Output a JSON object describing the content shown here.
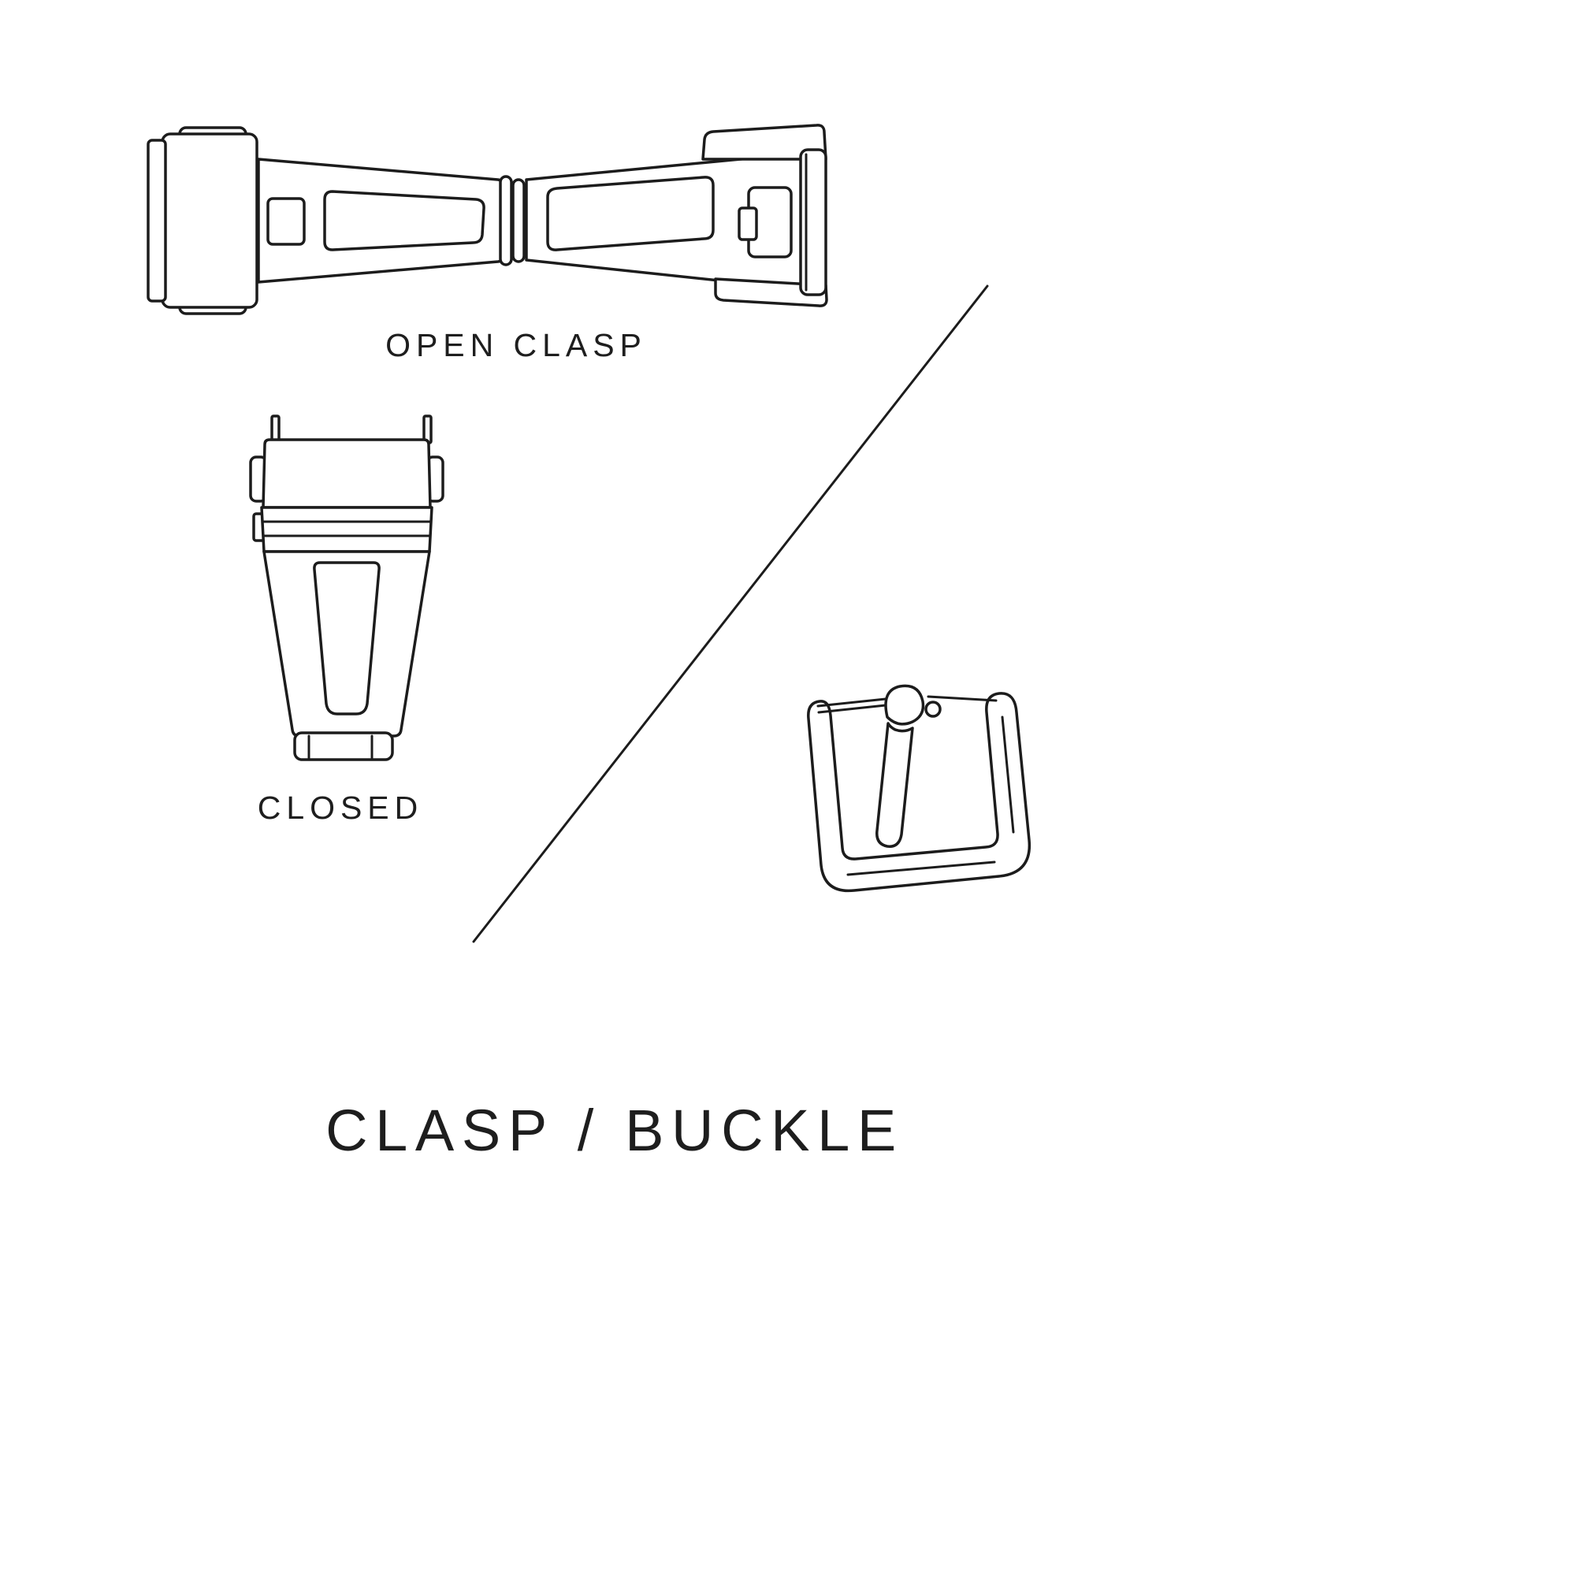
{
  "title": "CLASP / BUCKLE",
  "figures": {
    "open_clasp": {
      "label": "OPEN CLASP"
    },
    "closed_clasp": {
      "label": "CLOSED"
    }
  },
  "colors": {
    "background": "#ffffff",
    "line": "#1c1c1c",
    "text": "#1e1e1e"
  }
}
